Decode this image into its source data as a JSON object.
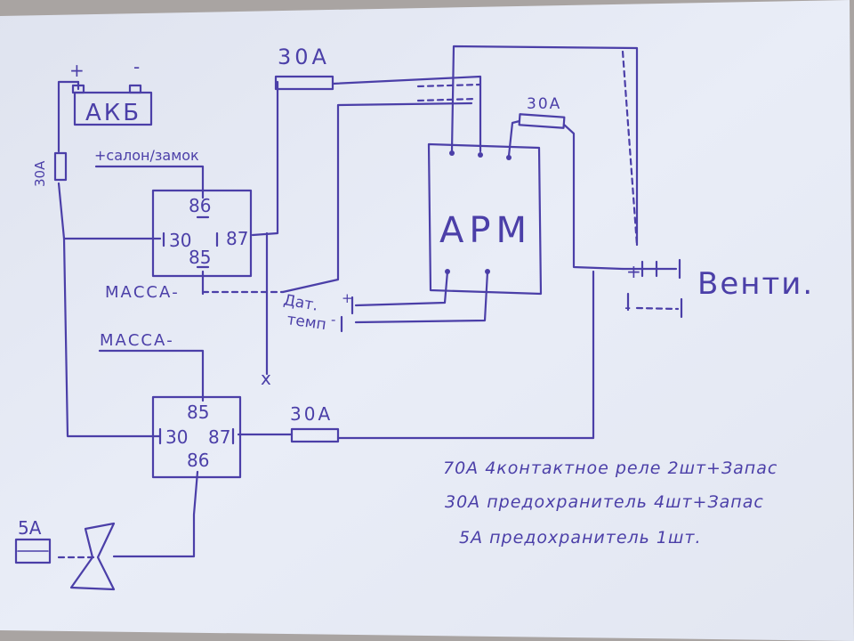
{
  "diagram": {
    "battery": {
      "label": "АКБ",
      "plus": "+",
      "minus": "-"
    },
    "fuses": {
      "battery_fuse": "30А",
      "top_fuse": "30А",
      "arm_fuse": "30А",
      "lower_fuse": "30А",
      "small_fuse": "5А"
    },
    "labels": {
      "salon_lock": "+салон/замок",
      "ground_1": "МАССА-",
      "ground_2": "МАССА-",
      "sensor_line1": "Дат.",
      "sensor_line2": "темп",
      "sensor_plus": "+",
      "sensor_minus": "-",
      "fan": "Венти.",
      "fan_plus": "+",
      "fan_minus": "-",
      "x_mark": "x"
    },
    "relay1": {
      "pin86": "86",
      "pin30": "30",
      "pin87": "87",
      "pin85": "85"
    },
    "relay2": {
      "pin85": "85",
      "pin30": "30",
      "pin87": "87",
      "pin86": "86"
    },
    "arm": {
      "label": "АРМ"
    },
    "notes": [
      "70А 4контактное реле 2шт+Запас",
      "30А предохранитель 4шт+Запас",
      "5А предохранитель 1шт."
    ]
  },
  "colors": {
    "ink": "#4b3fa8",
    "paper": "#e7ebf5"
  }
}
